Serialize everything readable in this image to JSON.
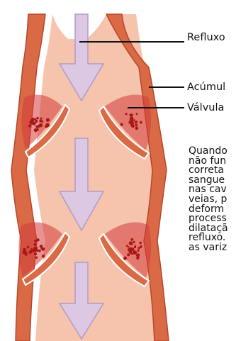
{
  "labels": {
    "refluxo": "Refluxo",
    "acumulo": "Acúmul",
    "valvula": "Válvula"
  },
  "description_lines": [
    "Quando",
    "não fun",
    "correta",
    "sangue",
    "nas cav",
    "veias, p",
    "deform",
    "process",
    "dilataçã",
    "refluxo.",
    "as variz"
  ],
  "colors": {
    "vein_wall": "#d96a45",
    "vein_wall_outline": "#b8452a",
    "lumen": "#f6c3ad",
    "arrow_fill": "#dcc8e3",
    "arrow_stroke": "#b19cc4",
    "blood_pool": "#d43a3a",
    "blood_dots": "#a81818"
  }
}
